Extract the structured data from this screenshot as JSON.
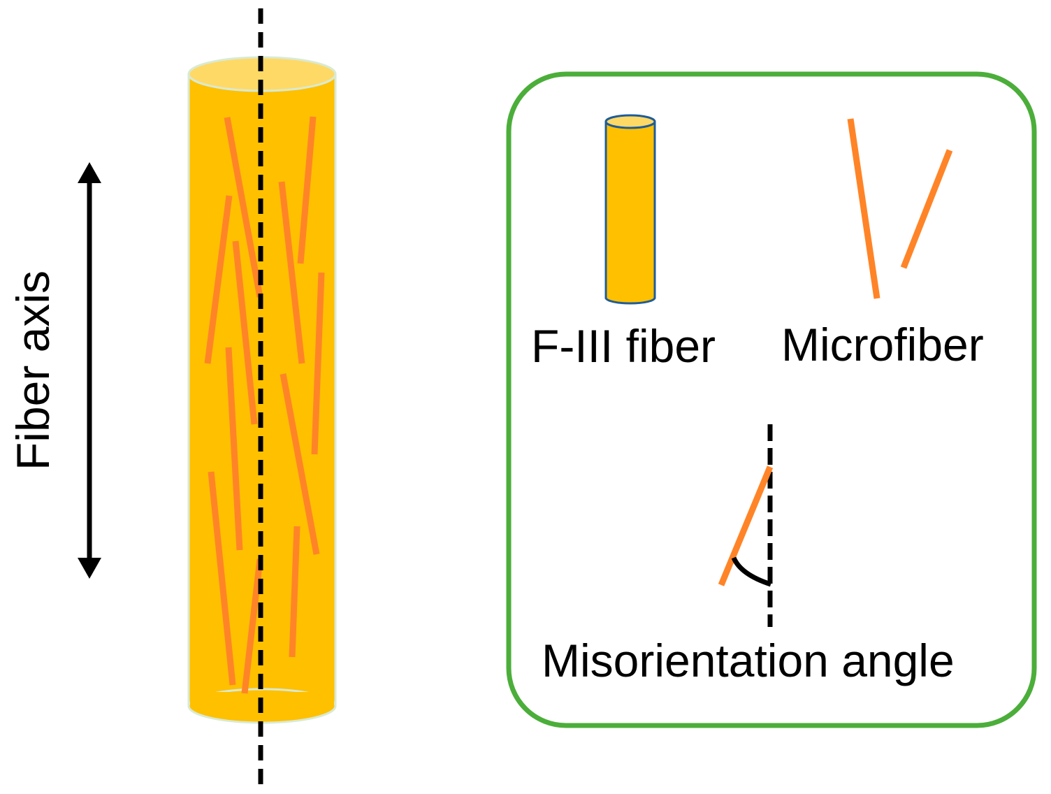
{
  "labels": {
    "axis": "Fiber axis",
    "fiber": "F-III fiber",
    "microfiber": "Microfiber",
    "angle": "Misorientation angle"
  },
  "colors": {
    "fiber_fill": "#FFC000",
    "fiber_top": "#FFD966",
    "fiber_outline": "#D9EAD3",
    "microfiber": "#FF8427",
    "legend_border": "#4BAE3A",
    "legend_fiber_outline": "#1F5C99",
    "axis_line": "#000000"
  }
}
